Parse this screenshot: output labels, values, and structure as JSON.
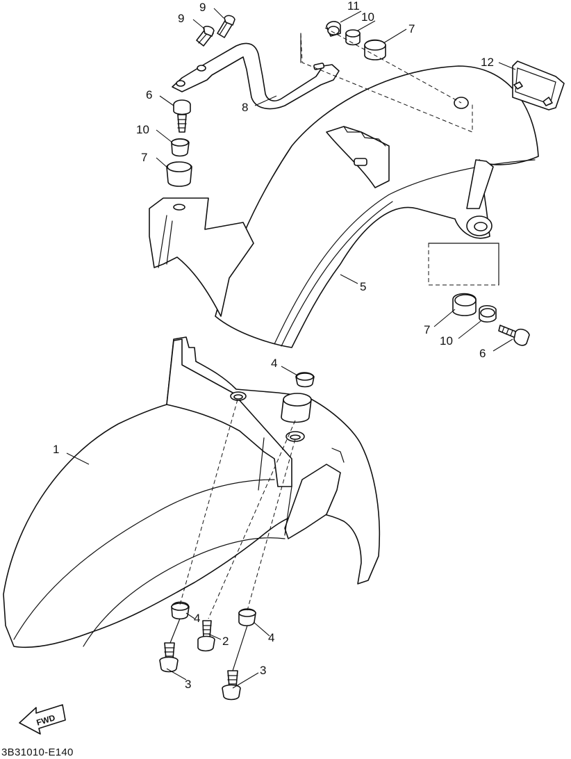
{
  "diagram_code": "3B31010-E140",
  "fwd_label": "FWD",
  "callouts": {
    "c1": "1",
    "c2": "2",
    "c3a": "3",
    "c3b": "3",
    "c4a": "4",
    "c4b": "4",
    "c4c": "4",
    "c5": "5",
    "c6a": "6",
    "c6b": "6",
    "c7a": "7",
    "c7b": "7",
    "c7c": "7",
    "c8": "8",
    "c9a": "9",
    "c9b": "9",
    "c10a": "10",
    "c10b": "10",
    "c10c": "10",
    "c11": "11",
    "c12": "12"
  }
}
